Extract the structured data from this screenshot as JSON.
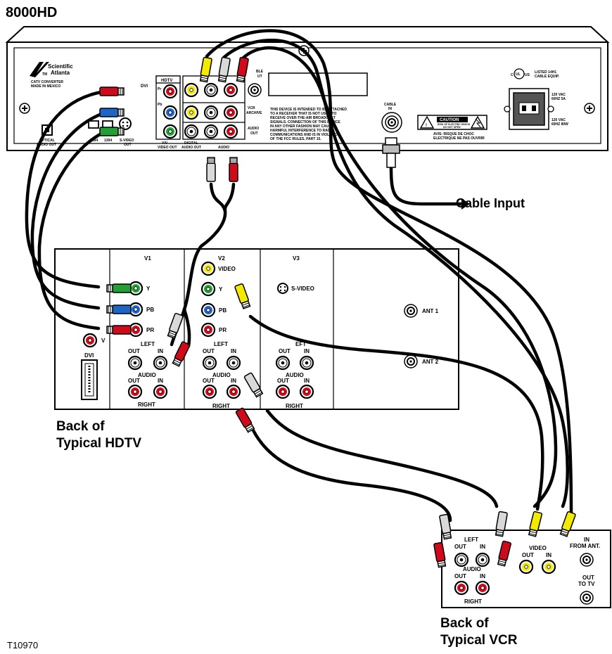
{
  "title": "8000HD",
  "figure_code": "T10970",
  "labels": {
    "cable_input": "Cable Input",
    "hdtv_line1": "Back of",
    "hdtv_line2": "Typical HDTV",
    "vcr_line1": "Back of",
    "vcr_line2": "Typical VCR"
  },
  "stb": {
    "brand_line1": "Scientific",
    "brand_line2": "Atlanta",
    "tm": "TM",
    "made_line1": "CATV CONVERTER",
    "made_line2": "MADE IN MEXICO",
    "dvi": "DVI",
    "hdtv": "HDTV",
    "pr": "Pr",
    "pb": "Pb",
    "yv_line1": "Y/V",
    "yv_line2": "VIDEO OUT",
    "vcr_archive_line1": "VCR",
    "vcr_archive_line2": "ARCHIVE",
    "audio_out_line1": "AUDIO",
    "audio_out_line2": "OUT",
    "digital_audio_line1": "DIGITAL",
    "digital_audio_line2": "AUDIO OUT",
    "audio": "AUDIO",
    "optical_line1": "OPTICAL",
    "optical_line2": "AUDIO OUT",
    "p1394a": "1394",
    "p1394b": "1394",
    "svideo_line1": "S-VIDEO",
    "svideo_line2": "OUT",
    "cable_out_line1": "BLE",
    "cable_out_line2": "UT",
    "cable_in_line1": "CABLE",
    "cable_in_line2": "IN",
    "notice_lines": [
      "THIS DEVICE IS INTENDED TO BE ATTACHED",
      "TO A RECEIVER THAT IS NOT USED TO",
      "RECEIVE OVER-THE-AIR BROADCAST",
      "SIGNALS. CONNECTION OF THIS DEVICE",
      "IN ANY OTHER FASHION MAY CAUSE",
      "HARMFUL INTERFERENCE TO RADIO",
      "COMMUNICATIONS AND IS IN VIOLATION",
      "OF THE FCC RULES, PART 15."
    ],
    "caution": "CAUTION",
    "caution_sub1": "RISK OF ELECTRIC SHOCK",
    "caution_sub2": "DO NOT OPEN",
    "avis_line1": "AVIS: RISQUE DE CHOC",
    "avis_line2": "ELECTRIQUE NE PAS OUVRIR",
    "ul_line1": "LISTED 14H1",
    "ul_line2": "CABLE EQUIP.",
    "c_letter": "C",
    "ul_letters": "UL",
    "us_letters": "US",
    "power1_line1": "120 VAC",
    "power1_line2": "60HZ 5A",
    "power2_line1": "120 VAC",
    "power2_line2": "60HZ 80W"
  },
  "hdtv": {
    "v1": "V1",
    "v2": "V2",
    "v3": "V3",
    "y": "Y",
    "pb": "PB",
    "pr": "PR",
    "v": "V",
    "dvi": "DVI",
    "left": "LEFT",
    "out": "OUT",
    "in": "IN",
    "audio": "AUDIO",
    "right": "RIGHT",
    "video": "VIDEO",
    "svideo": "S-VIDEO",
    "ant1": "ANT 1",
    "ant2": "ANT 2",
    "v3_left_partial": "EFT"
  },
  "vcr": {
    "left": "LEFT",
    "out": "OUT",
    "in": "IN",
    "audio": "AUDIO",
    "right": "RIGHT",
    "video": "VIDEO",
    "in_from_ant_line1": "IN",
    "in_from_ant_line2": "FROM ANT.",
    "out_to_tv_line1": "OUT",
    "out_to_tv_line2": "TO TV"
  },
  "colors": {
    "red": "#d10a1b",
    "green": "#22a035",
    "blue": "#1d66c7",
    "yellow": "#f4ea00",
    "white_plug": "#d9d9d9",
    "cable": "#000000"
  }
}
